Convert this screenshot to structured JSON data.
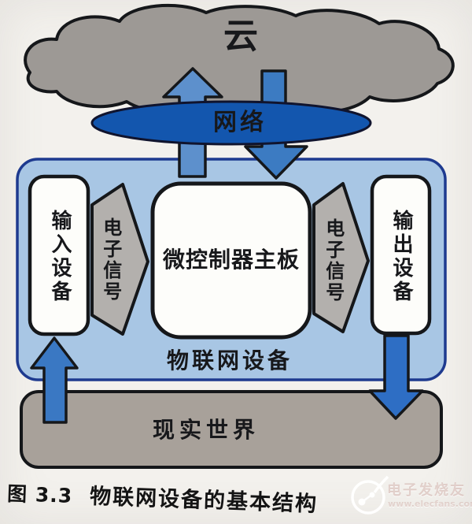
{
  "diagram": {
    "cloud": "云",
    "network": "网络",
    "iot_device": "物联网设备",
    "input_device": "输入设备",
    "signal_left": "电子信号",
    "mcu": "微控制器主板",
    "signal_right": "电子信号",
    "output_device": "输出设备",
    "real_world": "现实世界"
  },
  "caption": {
    "figure_no": "图 3.3",
    "title": "物联网设备的基本结构"
  },
  "watermark": {
    "brand": "电子发烧友",
    "site": "www.elecfans.com"
  },
  "colors": {
    "paper": "#f3f1ed",
    "cloud_fill": "#9d9995",
    "network_fill": "#1356ae",
    "arrow_up_fill": "#5d90cc",
    "arrow_down_fill": "#3c7bc2",
    "device_fill": "#a8c6e4",
    "device_border": "#1e3a8f",
    "panel_fill": "#fdfdfa",
    "signal_arrow_fill": "#b3b0ad",
    "world_fill": "#a8a19a",
    "bottom_arrow_up_fill": "#3a78c3",
    "bottom_arrow_down_fill": "#2e6ec4",
    "outline": "#15171a"
  }
}
